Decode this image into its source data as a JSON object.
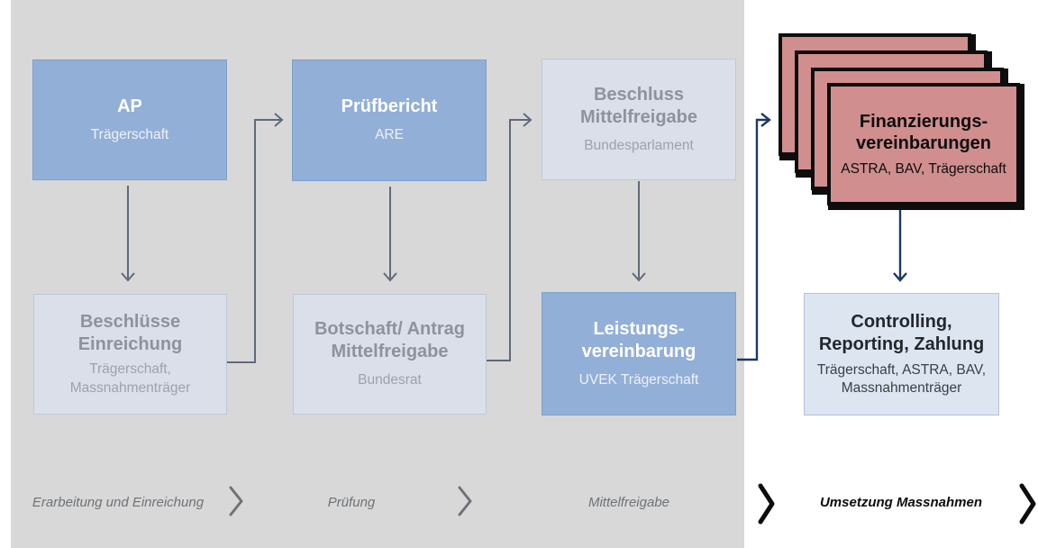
{
  "diagram": {
    "boxes": {
      "ap": {
        "title": "AP",
        "subtitle": "Trägerschaft"
      },
      "pruefbericht": {
        "title": "Prüfbericht",
        "subtitle": "ARE"
      },
      "beschluss_mittelfreigabe": {
        "title": "Beschluss Mittelfreigabe",
        "subtitle": "Bundesparlament"
      },
      "beschluesse_einreichung": {
        "title": "Beschlüsse Einreichung",
        "subtitle": "Trägerschaft, Massnahmenträger"
      },
      "botschaft_antrag": {
        "title": "Botschaft/ Antrag Mittelfreigabe",
        "subtitle": "Bundesrat"
      },
      "leistungsvereinbarung": {
        "title": "Leistungs-vereinbarung",
        "subtitle": "UVEK Trägerschaft"
      },
      "finanzierungsvereinbarungen": {
        "title": "Finanzierungs-vereinbarungen",
        "subtitle": "ASTRA, BAV, Trägerschaft"
      },
      "controlling": {
        "title": "Controlling, Reporting, Zahlung",
        "subtitle": "Trägerschaft, ASTRA, BAV, Massnahmenträger"
      }
    },
    "phases": [
      {
        "label": "Erarbeitung und Einreichung",
        "emphasis": false
      },
      {
        "label": "Prüfung",
        "emphasis": false
      },
      {
        "label": "Mittelfreigabe",
        "emphasis": false
      },
      {
        "label": "Umsetzung Massnahmen",
        "emphasis": true
      }
    ],
    "colors": {
      "panel_background": "#d8d8d8",
      "blue_box_fill": "#92afd8",
      "light_box_fill": "#dbdfe9",
      "controlling_box_fill": "#dde5f1",
      "red_card_fill": "#d18e8e",
      "red_card_border": "#0d0d0d",
      "arrow_gray": "#5f6a79",
      "arrow_navy": "#1f3864",
      "gray_box_text": "#8d939d",
      "phase_label_gray": "#6e7277"
    }
  }
}
